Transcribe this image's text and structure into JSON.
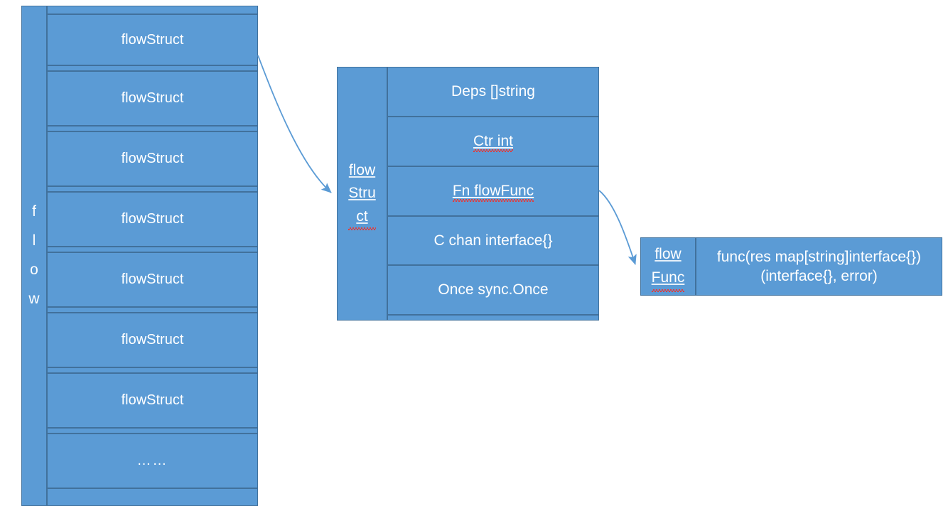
{
  "diagram": {
    "title": "flow / flowStruct / flowFunc structure diagram",
    "colors": {
      "fill": "#5B9BD5",
      "border": "#41719C",
      "text": "#FFFFFF",
      "arrow": "#5B9BD5",
      "spellcheck": "#E23B3B"
    }
  },
  "left_table": {
    "header_label": "f\nl\no\nw",
    "header_label_plain": "flow",
    "rows": [
      {
        "label": "",
        "kind": "spacer"
      },
      {
        "label": "flowStruct",
        "kind": "item"
      },
      {
        "label": "",
        "kind": "spacer"
      },
      {
        "label": "flowStruct",
        "kind": "item"
      },
      {
        "label": "",
        "kind": "spacer"
      },
      {
        "label": "flowStruct",
        "kind": "item"
      },
      {
        "label": "",
        "kind": "spacer"
      },
      {
        "label": "flowStruct",
        "kind": "item"
      },
      {
        "label": "",
        "kind": "spacer"
      },
      {
        "label": "flowStruct",
        "kind": "item"
      },
      {
        "label": "",
        "kind": "spacer"
      },
      {
        "label": "flowStruct",
        "kind": "item"
      },
      {
        "label": "",
        "kind": "spacer"
      },
      {
        "label": "flowStruct",
        "kind": "item"
      },
      {
        "label": "",
        "kind": "spacer"
      },
      {
        "label": "……",
        "kind": "ellipsis"
      },
      {
        "label": "",
        "kind": "empty"
      }
    ]
  },
  "mid_table": {
    "header_label": "flow\nStru\nct",
    "header_label_plain": "flowStruct",
    "fields": [
      {
        "name": "Deps []string"
      },
      {
        "name": "Ctr int"
      },
      {
        "name": "Fn flowFunc"
      },
      {
        "name": "C chan interface{}"
      },
      {
        "name": "Once sync.Once"
      },
      {
        "name": ""
      }
    ]
  },
  "right_table": {
    "header_label": "flow\nFunc",
    "header_label_plain": "flowFunc",
    "signature": "func(res map[string]interface{})\n(interface{}, error)"
  },
  "arrows": [
    {
      "name": "flowstruct-to-detail",
      "from": "left-table-row-1",
      "to": "mid-table-header"
    },
    {
      "name": "fn-to-flowfunc",
      "from": "mid-table-row-fn",
      "to": "right-table-header"
    }
  ]
}
